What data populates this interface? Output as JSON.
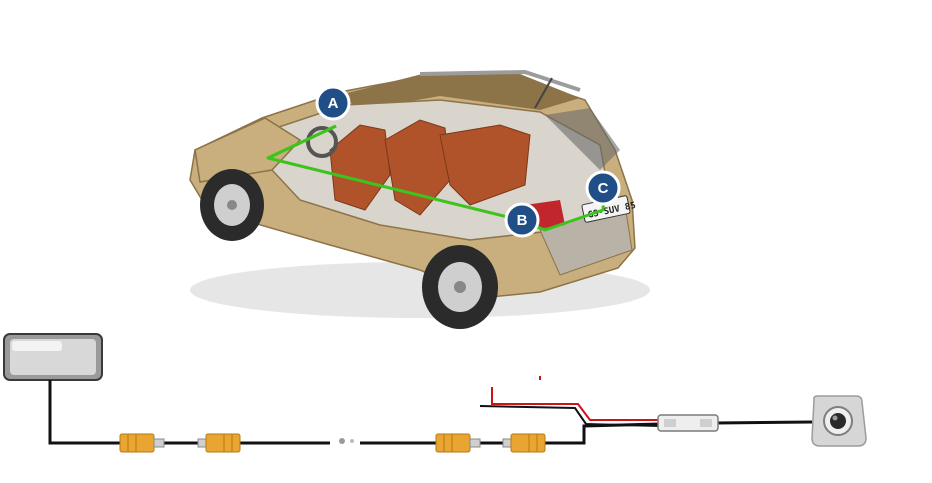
{
  "markers": [
    {
      "id": "A",
      "label": "A"
    },
    {
      "id": "B",
      "label": "B"
    },
    {
      "id": "C",
      "label": "C"
    }
  ],
  "plate": {
    "text": "GS·SUV 85"
  },
  "colors": {
    "route_line": "#3cc41c",
    "marker_fill": "#1f4f86",
    "marker_ring": "#ffffff",
    "car_body": "#c9ae7e",
    "car_body_dark": "#8c7348",
    "seat": "#b0532a",
    "tire": "#2b2b2b",
    "rim": "#cfcfcf",
    "rca_connector": "#e9a531",
    "video_cable": "#111111",
    "power_red": "#d0121b",
    "camera_body": "#d6d6d6"
  },
  "icons": {
    "display": "rear-view-mirror-monitor-icon",
    "camera": "backup-camera-icon",
    "connector": "rca-connector-icon",
    "module": "power-filter-module-icon"
  }
}
